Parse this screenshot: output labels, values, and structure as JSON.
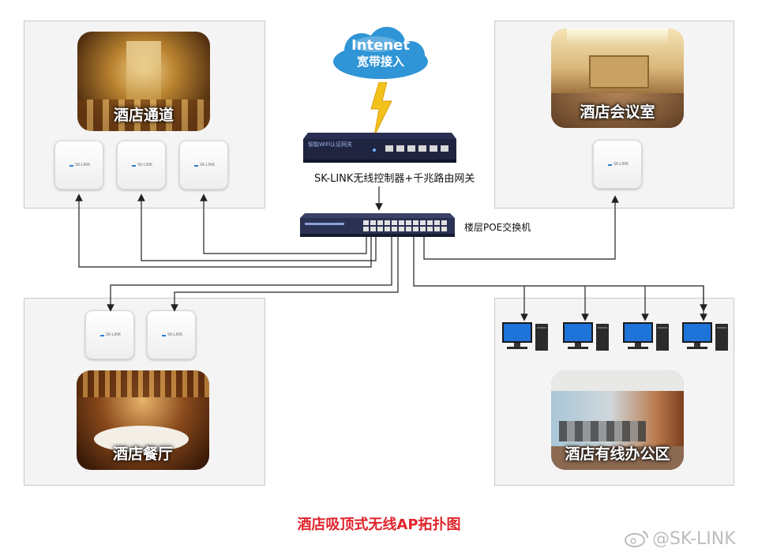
{
  "title": "酒店吸顶式无线AP拓扑图",
  "internet": {
    "line1": "Intenet",
    "line2": "宽带接入"
  },
  "controller": {
    "label": "SK-LINK无线控制器+千兆路由网关",
    "panel_text": "智能WiFi认证网关"
  },
  "switch": {
    "label": "楼层POE交换机"
  },
  "ap": {
    "brand": "SK-LINK"
  },
  "zones": {
    "corridor": {
      "caption": "酒店通道"
    },
    "meeting": {
      "caption": "酒店会议室"
    },
    "restaurant": {
      "caption": "酒店餐厅"
    },
    "office": {
      "caption": "酒店有线办公区"
    }
  },
  "watermark": "@SK-LINK",
  "colors": {
    "title": "#e0242c",
    "wire": "#222222",
    "cloud": "#2f95d6",
    "bolt": "#f2c21b"
  }
}
